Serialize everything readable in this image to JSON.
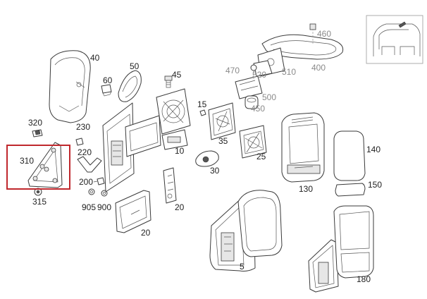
{
  "labels": {
    "l40": "40",
    "l60": "60",
    "l50": "50",
    "l45": "45",
    "l320": "320",
    "l230": "230",
    "l310": "310",
    "l220": "220",
    "l200": "200",
    "l315": "315",
    "l905": "905",
    "l900": "900",
    "l10": "10",
    "l15": "15",
    "l35": "35",
    "l30": "30",
    "l25": "25",
    "l20a": "20",
    "l20b": "20",
    "l460": "460",
    "l470": "470",
    "l520": "520",
    "l510": "510",
    "l400": "400",
    "l500": "500",
    "l450": "450",
    "l130": "130",
    "l140": "140",
    "l150": "150",
    "l5": "5",
    "l180": "180"
  },
  "highlight": {
    "color": "#c0282d",
    "part": "310"
  }
}
